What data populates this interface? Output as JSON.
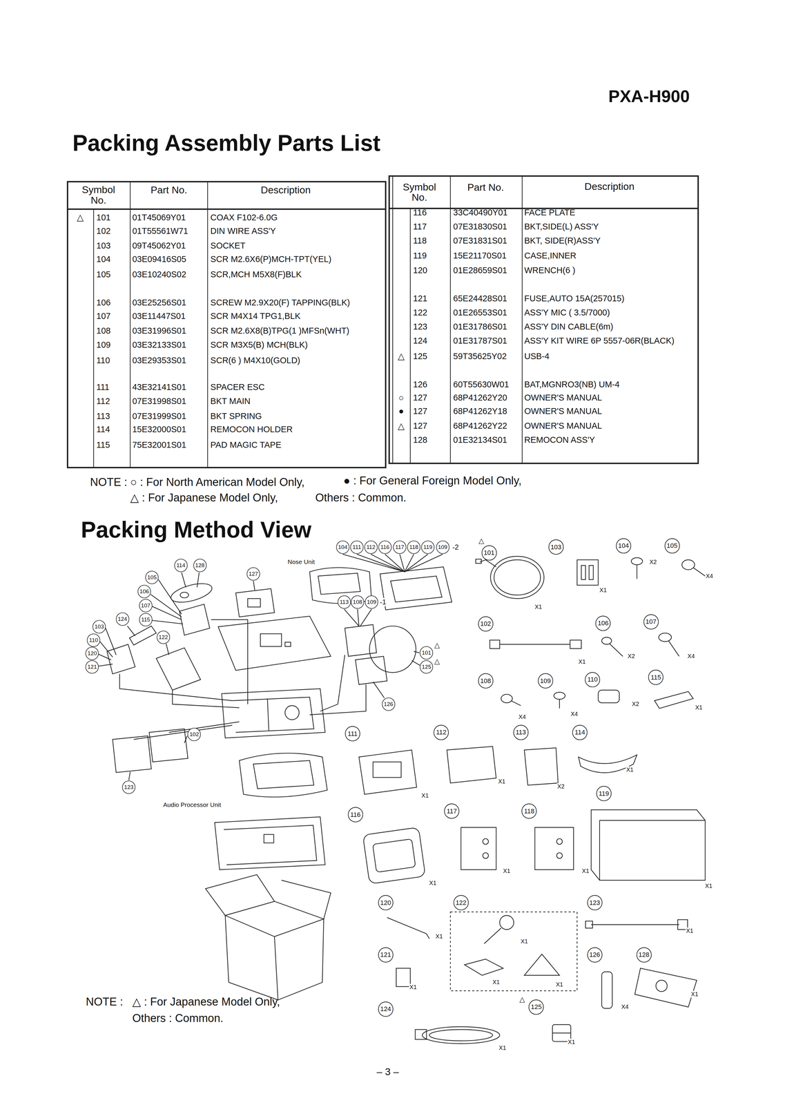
{
  "diagram": {
    "title": "Packing Assembly Parts List",
    "nodes": [
      {
        "text": [
          "104"
        ]
      },
      {
        "text": [
          "111"
        ]
      },
      {
        "text": [
          "112"
        ]
      },
      {
        "text": [
          "116"
        ]
      },
      {
        "text": [
          "117"
        ]
      },
      {
        "text": [
          "118"
        ]
      },
      {
        "text": [
          "119"
        ]
      },
      {
        "text": [
          "109"
        ]
      },
      {
        "text": [
          "101"
        ]
      },
      {
        "text": [
          "103"
        ]
      },
      {
        "text": [
          "104"
        ]
      },
      {
        "text": [
          "105"
        ]
      },
      {
        "text": [
          "114"
        ]
      },
      {
        "text": [
          "128"
        ]
      },
      {
        "text": [
          "127"
        ]
      },
      {
        "text": [
          "105"
        ]
      },
      {
        "text": [
          "106"
        ]
      },
      {
        "text": [
          "113"
        ]
      },
      {
        "text": [
          "108"
        ]
      },
      {
        "text": [
          "109"
        ]
      },
      {
        "text": [
          "107"
        ]
      },
      {
        "text": [
          "115"
        ]
      },
      {
        "text": [
          "124"
        ]
      },
      {
        "text": [
          "103"
        ]
      },
      {
        "text": [
          "102"
        ]
      },
      {
        "text": [
          "106"
        ]
      },
      {
        "text": [
          "107"
        ]
      },
      {
        "text": [
          "122"
        ]
      },
      {
        "text": [
          "110"
        ]
      },
      {
        "text": [
          "101"
        ]
      },
      {
        "text": [
          "120"
        ]
      },
      {
        "text": [
          "121"
        ]
      },
      {
        "text": [
          "125"
        ]
      },
      {
        "text": [
          "108"
        ]
      },
      {
        "text": [
          "109"
        ]
      },
      {
        "text": [
          "110"
        ]
      },
      {
        "text": [
          "115"
        ]
      },
      {
        "text": [
          "126"
        ]
      },
      {
        "text": [
          "111"
        ]
      },
      {
        "text": [
          "112"
        ]
      },
      {
        "text": [
          "113"
        ]
      },
      {
        "text": [
          "114"
        ]
      },
      {
        "text": [
          "102"
        ]
      },
      {
        "text": [
          "123"
        ]
      },
      {
        "text": [
          "119"
        ]
      },
      {
        "text": [
          "116"
        ]
      },
      {
        "text": [
          "117"
        ]
      },
      {
        "text": [
          "118"
        ]
      },
      {
        "text": [
          "120"
        ]
      },
      {
        "text": [
          "122"
        ]
      },
      {
        "text": [
          "123"
        ]
      },
      {
        "text": [
          "121"
        ]
      },
      {
        "text": [
          "126"
        ]
      },
      {
        "text": [
          "128"
        ]
      },
      {
        "text": [
          "125"
        ]
      },
      {
        "text": [
          "124"
        ]
      }
    ],
    "labels": [
      "PXA-H900",
      "Symbol No.",
      "Part No.",
      "Description",
      "Symbol No.",
      "Part No.",
      "Description",
      "△",
      "101",
      "01T45069Y01",
      "COAX F102-6.0G",
      "102",
      "01T55561W71",
      "DIN WIRE ASS'Y",
      "103",
      "09T45062Y01",
      "SOCKET",
      "104",
      "03E09416S05",
      "SCR M2.6X6(P)MCH-TPT(YEL)",
      "105",
      "03E10240S02",
      "SCR,MCH M5X8(F)BLK",
      "106",
      "03E25256S01",
      "SCREW M2.9X20(F) TAPPING(BLK)",
      "107",
      "03E11447S01",
      "SCR M4X14 TPG1,BLK",
      "108",
      "03E31996S01",
      "SCR M2.6X8(B)TPG(1 )MFSn(WHT)",
      "109",
      "03E32133S01",
      "SCR M3X5(B) MCH(BLK)",
      "110",
      "03E29353S01",
      "SCR(6 ) M4X10(GOLD)",
      "111",
      "43E32141S01",
      "SPACER ESC",
      "112",
      "07E31998S01",
      "BKT MAIN",
      "113",
      "07E31999S01",
      "BKT SPRING",
      "114",
      "15E32000S01",
      "REMOCON HOLDER",
      "115",
      "75E32001S01",
      "PAD MAGIC TAPE",
      "116",
      "33C40490Y01",
      "FACE PLATE",
      "117",
      "07E31830S01",
      "BKT,SIDE(L) ASS'Y",
      "118",
      "07E31831S01",
      "BKT, SIDE(R)ASS'Y",
      "119",
      "15E21170S01",
      "CASE,INNER",
      "120",
      "01E28659S01",
      "WRENCH(6 )",
      "121",
      "65E24428S01",
      "FUSE,AUTO 15A(257015)",
      "122",
      "01E26553S01",
      "ASS'Y MIC ( 3.5/7000)",
      "123",
      "01E31786S01",
      "ASS'Y DIN CABLE(6m)",
      "124",
      "01E31787S01",
      "ASS'Y KIT WIRE 6P 5557-06R(BLACK)",
      "△",
      "125",
      "59T35625Y02",
      "USB-4",
      "126",
      "60T55630W01",
      "BAT,MGNRO3(NB) UM-4",
      "○",
      "127",
      "68P41262Y20",
      "OWNER'S MANUAL",
      "●",
      "127",
      "68P41262Y18",
      "OWNER'S MANUAL",
      "△",
      "127",
      "68P41262Y22",
      "OWNER'S MANUAL",
      "128",
      "01E32134S01",
      "REMOCON ASS'Y",
      "NOTE :",
      "○ : For North American Model Only,",
      "● : For General Foreign Model Only,",
      "△ : For Japanese Model Only,",
      "Others : Common.",
      "Packing Method View",
      "Nose Unit",
      "Audio Processor Unit",
      "-2",
      "-1",
      "△",
      "△",
      "△",
      "△",
      "X1",
      "X1",
      "X2",
      "X4",
      "X1",
      "X2",
      "X4",
      "X4",
      "X4",
      "X2",
      "X1",
      "X1",
      "X1",
      "X2",
      "X1",
      "X1",
      "X1",
      "X1",
      "X1",
      "X1",
      "X1",
      "X1",
      "X1",
      "X1",
      "X1",
      "X4",
      "X1",
      "X1",
      "X1",
      "NOTE :",
      "△ : For Japanese Model Only,",
      "Others : Common.",
      "– 3 –"
    ]
  }
}
